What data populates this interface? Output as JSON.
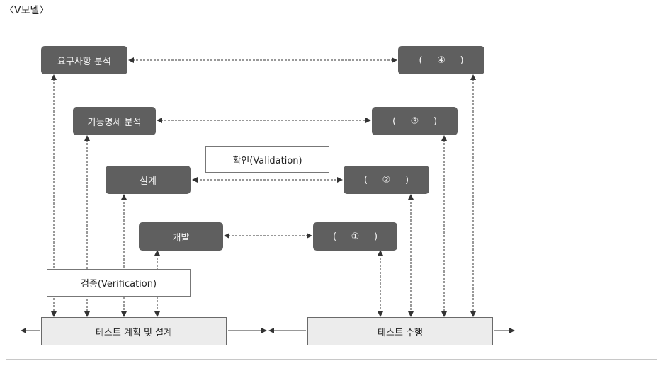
{
  "title": "〈V모델〉",
  "left_boxes": {
    "requirements": "요구사항 분석",
    "functional_spec": "기능명세 분석",
    "design": "설계",
    "development": "개발"
  },
  "right_boxes": {
    "blank4": "(     ④     )",
    "blank3": "(     ③     )",
    "blank2": "(     ②     )",
    "blank1": "(     ①     )"
  },
  "labels": {
    "validation": "확인(Validation)",
    "verification": "검증(Verification)"
  },
  "bottom_bars": {
    "planning": "테스트 계획 및 설계",
    "execution": "테스트 수행"
  },
  "colors": {
    "box_fill": "#5f5f5f",
    "box_text": "#f4f4f4",
    "bar_fill": "#ececec",
    "line": "#333333"
  }
}
